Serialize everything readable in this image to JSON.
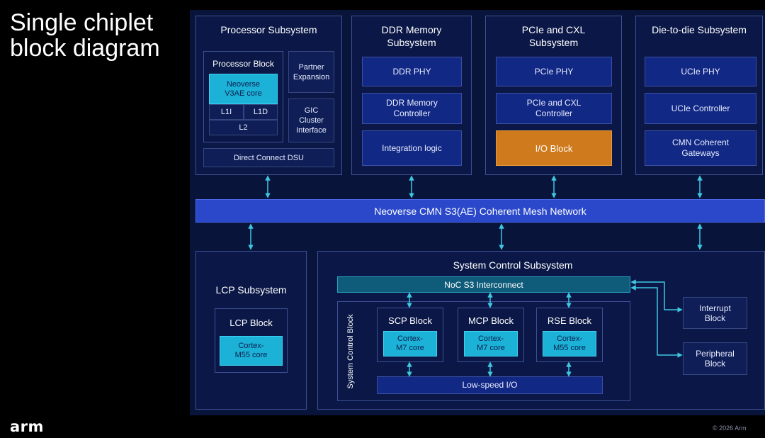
{
  "title": "Single chiplet block diagram",
  "logo": "arm",
  "copyright": "© 2026 Arm",
  "processor_subsystem": {
    "title": "Processor Subsystem",
    "processor_block": "Processor Block",
    "core": "Neoverse V3AE core",
    "l1i": "L1I",
    "l1d": "L1D",
    "l2": "L2",
    "partner_expansion": "Partner Expansion",
    "gic": "GIC Cluster Interface",
    "dsu": "Direct Connect DSU"
  },
  "ddr_subsystem": {
    "title": "DDR Memory Subsystem",
    "phy": "DDR PHY",
    "controller": "DDR Memory Controller",
    "integration": "Integration logic"
  },
  "pcie_subsystem": {
    "title": "PCIe and CXL Subsystem",
    "phy": "PCIe PHY",
    "controller": "PCIe and CXL Controller",
    "io_block": "I/O Block"
  },
  "d2d_subsystem": {
    "title": "Die-to-die Subsystem",
    "phy": "UCIe PHY",
    "controller": "UCIe Controller",
    "gateways": "CMN Coherent Gateways"
  },
  "mesh": "Neoverse CMN S3(AE) Coherent Mesh Network",
  "lcp_subsystem": {
    "title": "LCP Subsystem",
    "block": "LCP Block",
    "core": "Cortex-M55 core"
  },
  "system_control": {
    "title": "System Control Subsystem",
    "noc": "NoC S3 Interconnect",
    "block_label": "System Control Block",
    "scp": {
      "title": "SCP Block",
      "core": "Cortex-M7 core"
    },
    "mcp": {
      "title": "MCP Block",
      "core": "Cortex-M7 core"
    },
    "rse": {
      "title": "RSE Block",
      "core": "Cortex-M55 core"
    },
    "low_speed": "Low-speed I/O",
    "interrupt": "Interrupt Block",
    "peripheral": "Peripheral Block"
  },
  "colors": {
    "background": "#09143b",
    "block": "#112884",
    "core": "#1cb1d6",
    "io_block": "#cf7a1c",
    "mesh": "#2a48c9",
    "arrow": "#3fc6e0"
  }
}
